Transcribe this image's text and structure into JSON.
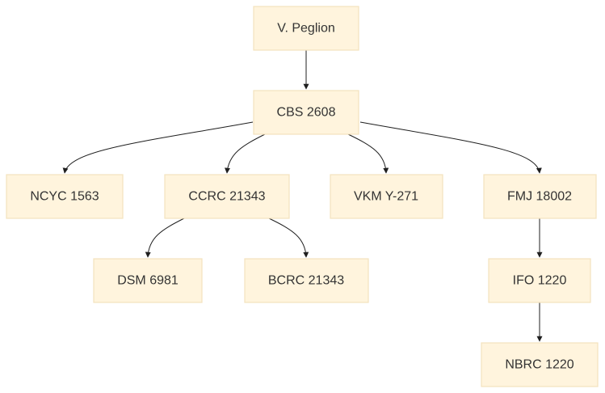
{
  "diagram": {
    "nodes": [
      {
        "id": "peglion",
        "label": "V. Peglion"
      },
      {
        "id": "cbs2608",
        "label": "CBS 2608"
      },
      {
        "id": "ncyc1563",
        "label": "NCYC 1563"
      },
      {
        "id": "ccrc21343",
        "label": "CCRC 21343"
      },
      {
        "id": "vkmy271",
        "label": "VKM Y-271"
      },
      {
        "id": "fmj18002",
        "label": "FMJ 18002"
      },
      {
        "id": "dsm6981",
        "label": "DSM 6981"
      },
      {
        "id": "bcrc21343",
        "label": "BCRC 21343"
      },
      {
        "id": "ifo1220",
        "label": "IFO 1220"
      },
      {
        "id": "nbrc1220",
        "label": "NBRC 1220"
      }
    ],
    "edges": [
      {
        "from": "peglion",
        "to": "cbs2608"
      },
      {
        "from": "cbs2608",
        "to": "ncyc1563"
      },
      {
        "from": "cbs2608",
        "to": "ccrc21343"
      },
      {
        "from": "cbs2608",
        "to": "vkmy271"
      },
      {
        "from": "cbs2608",
        "to": "fmj18002"
      },
      {
        "from": "ccrc21343",
        "to": "dsm6981"
      },
      {
        "from": "ccrc21343",
        "to": "bcrc21343"
      },
      {
        "from": "fmj18002",
        "to": "ifo1220"
      },
      {
        "from": "ifo1220",
        "to": "nbrc1220"
      }
    ],
    "colors": {
      "node_fill": "#fff4dd",
      "node_stroke": "#f3e2bd",
      "edge": "#1f1f1f",
      "text": "#333333"
    }
  }
}
